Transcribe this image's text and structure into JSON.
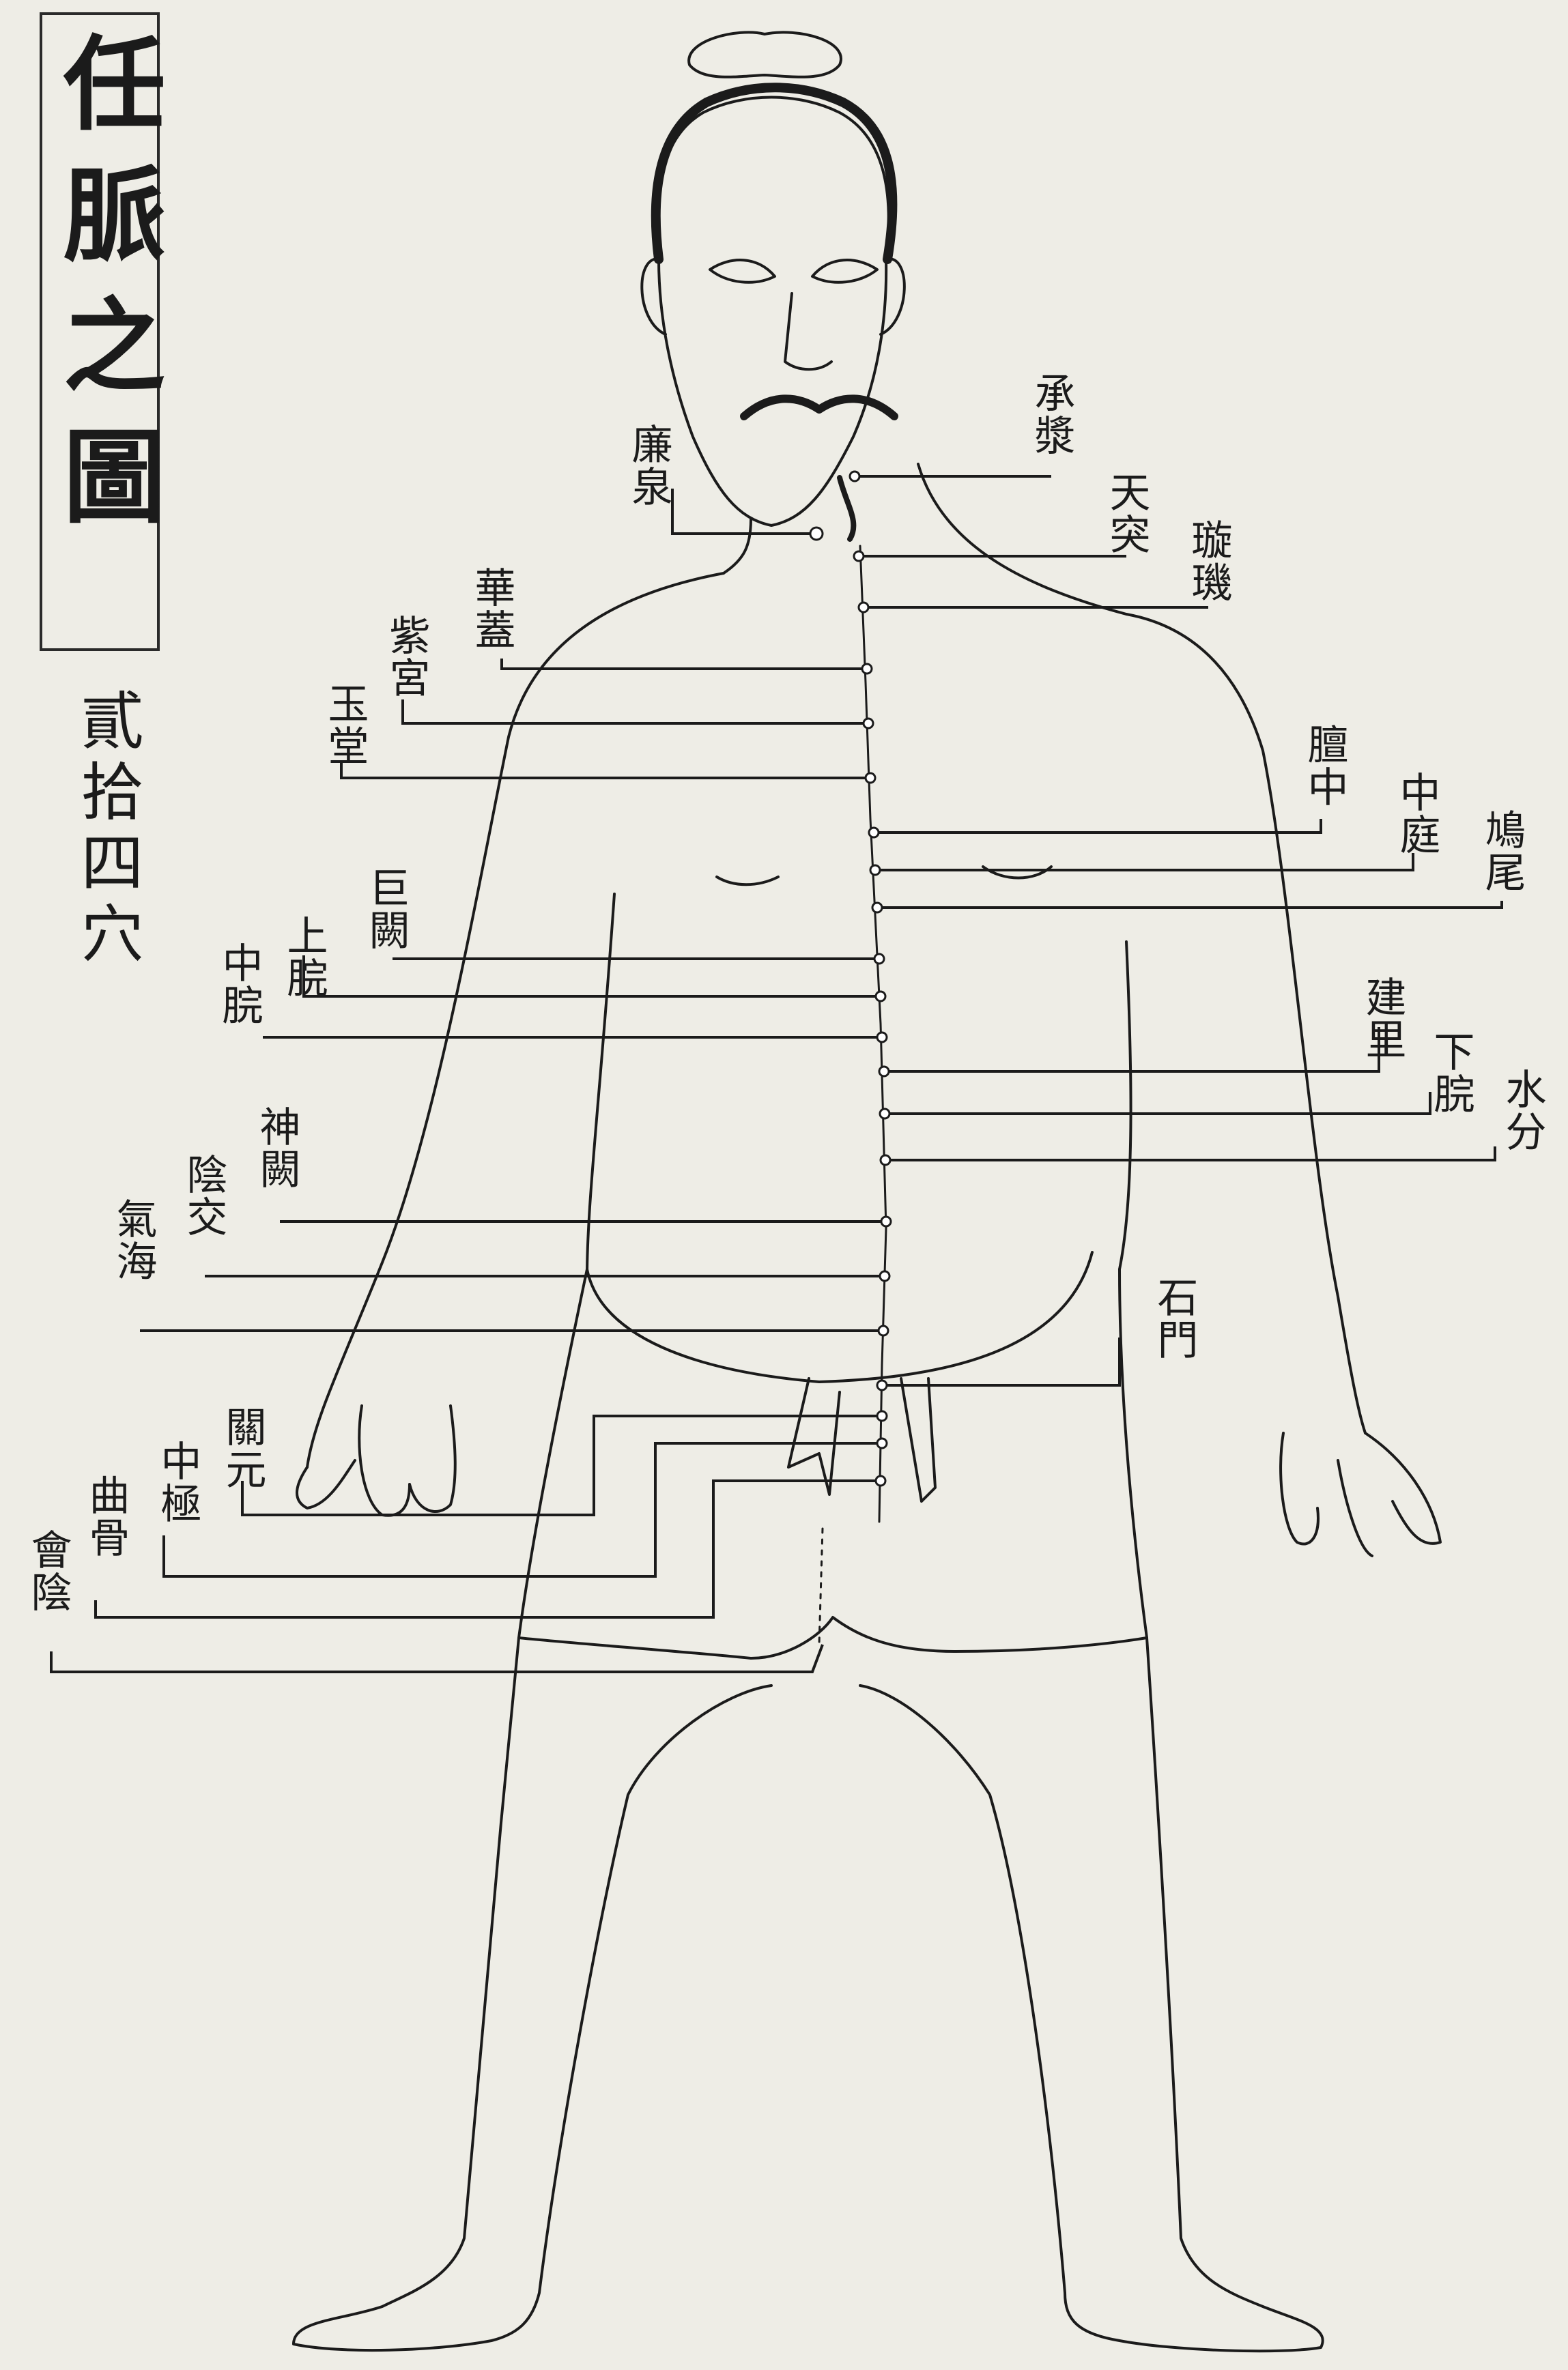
{
  "title": "任脈之圖",
  "subtitle": "貳拾四穴",
  "colors": {
    "paper": "#eeede6",
    "ink": "#1b1b1b"
  },
  "points": {
    "chengjiang": "承漿",
    "lianquan": "廉泉",
    "tiantu": "天突",
    "xuanji": "璇璣",
    "huagai": "華蓋",
    "zigong": "紫宮",
    "yutang": "玉堂",
    "danzhong": "膻中",
    "zhongting": "中庭",
    "jiuwei": "鳩尾",
    "juque": "巨闕",
    "shangwan": "上脘",
    "zhongwan": "中脘",
    "jianli": "建里",
    "xiawan": "下脘",
    "shuifen": "水分",
    "shenque": "神闕",
    "yinjiao": "陰交",
    "qihai": "氣海",
    "shimen": "石門",
    "guanyuan": "關元",
    "zhongji": "中極",
    "qugu": "曲骨",
    "huiyin": "會陰"
  }
}
